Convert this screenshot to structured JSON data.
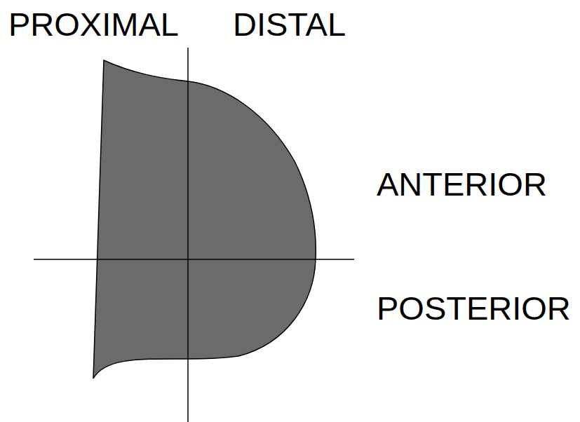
{
  "diagram": {
    "labels": [
      "PROXIMAL",
      "DISTAL",
      "ANTERIOR",
      "POSTERIOR"
    ]
  }
}
